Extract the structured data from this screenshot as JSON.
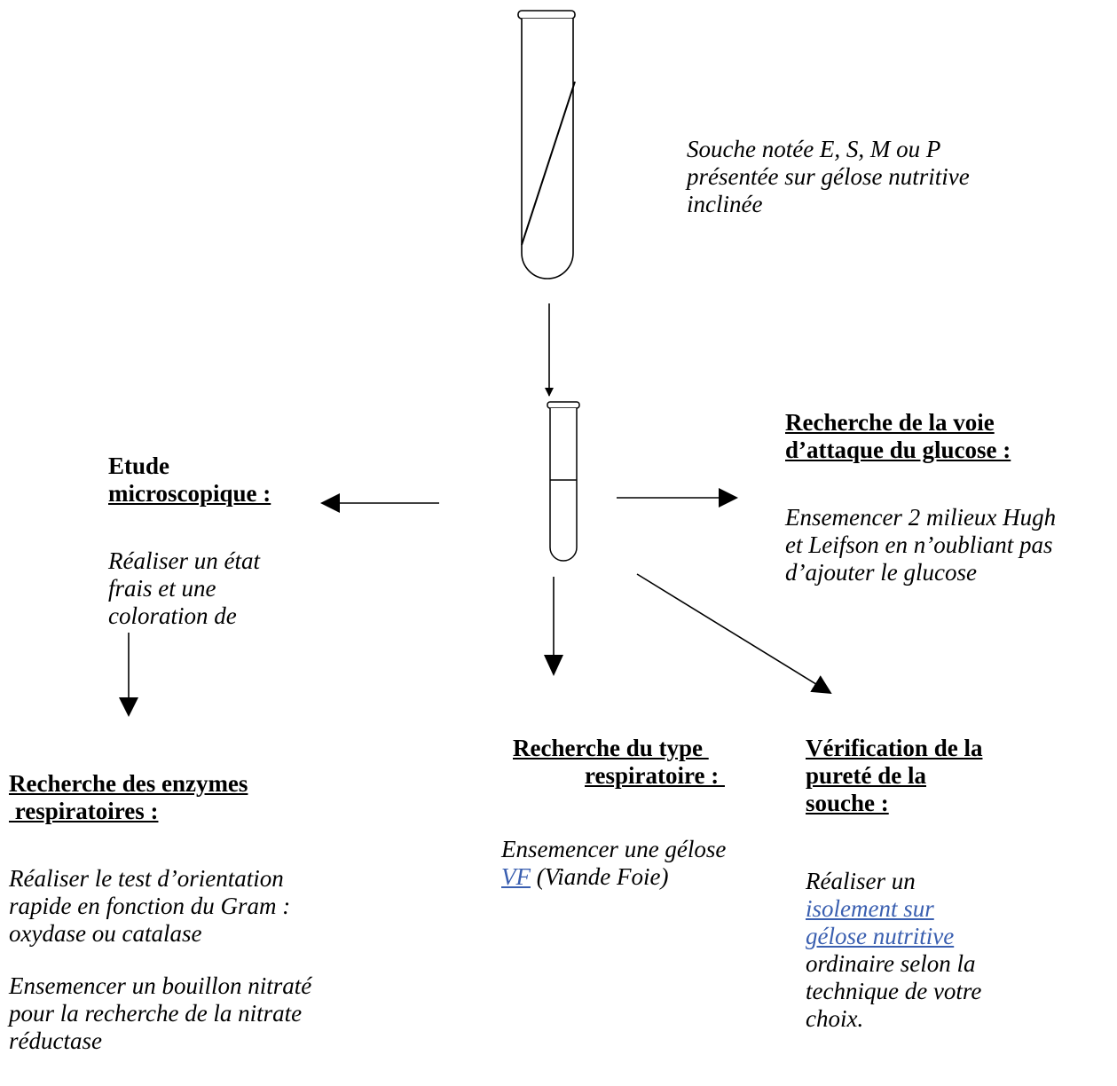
{
  "source_tube": {
    "caption": [
      "Souche notée E, S, M ou P",
      "présentée sur gélose nutritive",
      "inclinée"
    ]
  },
  "microscopy": {
    "title": [
      "Etude",
      "microscopique :"
    ],
    "body": [
      "Réaliser un état",
      "frais et une",
      "coloration de"
    ]
  },
  "glucose": {
    "title": [
      "Recherche de la voie",
      "d’attaque du glucose :"
    ],
    "body": [
      "Ensemencer 2 milieux Hugh",
      "et Leifson en n’oubliant pas",
      "d’ajouter le glucose"
    ]
  },
  "enzymes": {
    "title": [
      "Recherche des enzymes",
      " respiratoires :"
    ],
    "body1": [
      "Réaliser le test d’orientation",
      "rapide en fonction du Gram :",
      "oxydase ou catalase"
    ],
    "body2": [
      "Ensemencer un bouillon nitraté",
      "pour la recherche de la nitrate",
      "réductase"
    ]
  },
  "respiratory": {
    "title": [
      "Recherche du type ",
      "respiratoire : "
    ],
    "body_prefix": "Ensemencer une gélose",
    "link": "VF",
    "body_suffix": " (Viande Foie)"
  },
  "purity": {
    "title": [
      "Vérification de la",
      "pureté de la",
      "souche :"
    ],
    "body_prefix": "Réaliser un",
    "link": [
      "isolement sur",
      "gélose nutritive"
    ],
    "body_suffix": [
      "ordinaire selon la",
      "technique de votre",
      "choix."
    ]
  },
  "colors": {
    "link": "#3a5fb0",
    "ink": "#000000"
  }
}
